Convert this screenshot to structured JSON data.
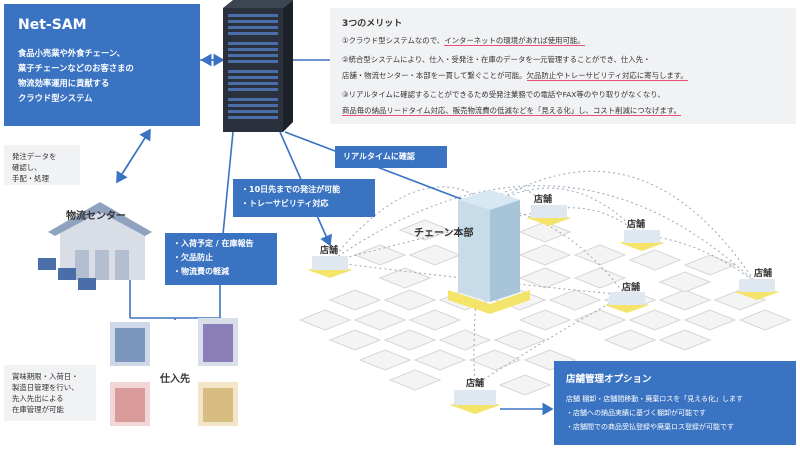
{
  "title": {
    "name": "Net-SAM",
    "desc": [
      "食品小売業や外食チェーン、",
      "菓子チェーンなどのお客さまの",
      "物流効率運用に貢献する",
      "クラウド型システム"
    ]
  },
  "merits": {
    "heading": "3つのメリット",
    "m1_prefix": "①クラウド型システムなので、",
    "m1_ul": "インターネットの環境があれば使用可能。",
    "m2a": "②統合型システムにより、仕入・受発注・在庫のデータを一元管理することができ、仕入先・",
    "m2b_prefix": "店舗・物流センター・本部を一貫して繋ぐことが可能。",
    "m2b_ul": "欠品防止やトレーサビリティ対応に寄与します。",
    "m3a": "③リアルタイムに確認することができるため受発注業務での電話やFAX等のやり取りがなくなり、",
    "m3b_ul": "商品毎の納品リードタイム対応、販売物流費の低減などを「見える化」し、コスト削減につなげます。"
  },
  "notes": {
    "order_check": [
      "発注データを",
      "確認し、",
      "手配・処理"
    ],
    "expiry": [
      "賞味期限・入荷日・",
      "製造日管理を行い、",
      "先入先出による",
      "在庫管理が可能"
    ]
  },
  "labels": {
    "realtime": "リアルタイムに確認",
    "ten_days": [
      "・10日先までの発注が可能",
      "・トレーサビリティ対応"
    ],
    "supplier_box": [
      "・入荷予定 / 在庫報告",
      "・欠品防止",
      "・物流費の軽減"
    ],
    "distribution_center": "物流センター",
    "chain_hq": "チェーン本部",
    "supplier": "仕入先",
    "store": "店舗"
  },
  "store_option": {
    "heading": "店舗管理オプション",
    "line1": "店舗 棚卸・店舗間移動・廃棄ロスを「見える化」します",
    "line2": "・店舗への納品実績に基づく棚卸が可能です",
    "line3": "・店舗間での商品受払登録や廃棄ロス登録が可能です"
  },
  "colors": {
    "brand_blue": "#3a73c2",
    "accent_yellow": "#f4e46a",
    "underline_pink": "#e8507a",
    "panel_gray": "#f1f2f4"
  }
}
